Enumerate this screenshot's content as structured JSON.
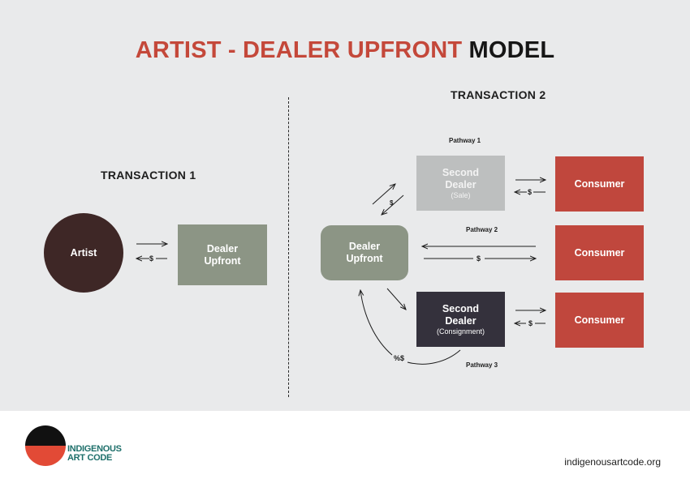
{
  "title": {
    "part1": "ARTIST - DEALER UPFRONT",
    "part2": "MODEL"
  },
  "transaction1": {
    "heading": "TRANSACTION 1",
    "artist": "Artist",
    "dealer": "Dealer Upfront",
    "money": "$"
  },
  "transaction2": {
    "heading": "TRANSACTION 2",
    "dealer": "Dealer Upfront",
    "pathway1": {
      "label": "Pathway 1",
      "dealer_title": "Second Dealer",
      "dealer_sub": "(Sale)",
      "consumer": "Consumer",
      "money_back": "$",
      "money_consumer": "$"
    },
    "pathway2": {
      "label": "Pathway 2",
      "consumer": "Consumer",
      "money": "$"
    },
    "pathway3": {
      "label": "Pathway 3",
      "dealer_title": "Second Dealer",
      "dealer_sub": "(Consignment)",
      "consumer": "Consumer",
      "money_consumer": "$",
      "commission": "%$"
    }
  },
  "footer": {
    "logo_line1": "INDIGENOUS",
    "logo_line2": "ART CODE",
    "url": "indigenousartcode.org"
  },
  "colors": {
    "title_red": "#c4483a",
    "artist": "#3e2726",
    "dealer": "#8c9585",
    "second_dealer_sale": "#bdbfbf",
    "second_dealer_consignment": "#34313c",
    "consumer": "#c0473d"
  }
}
